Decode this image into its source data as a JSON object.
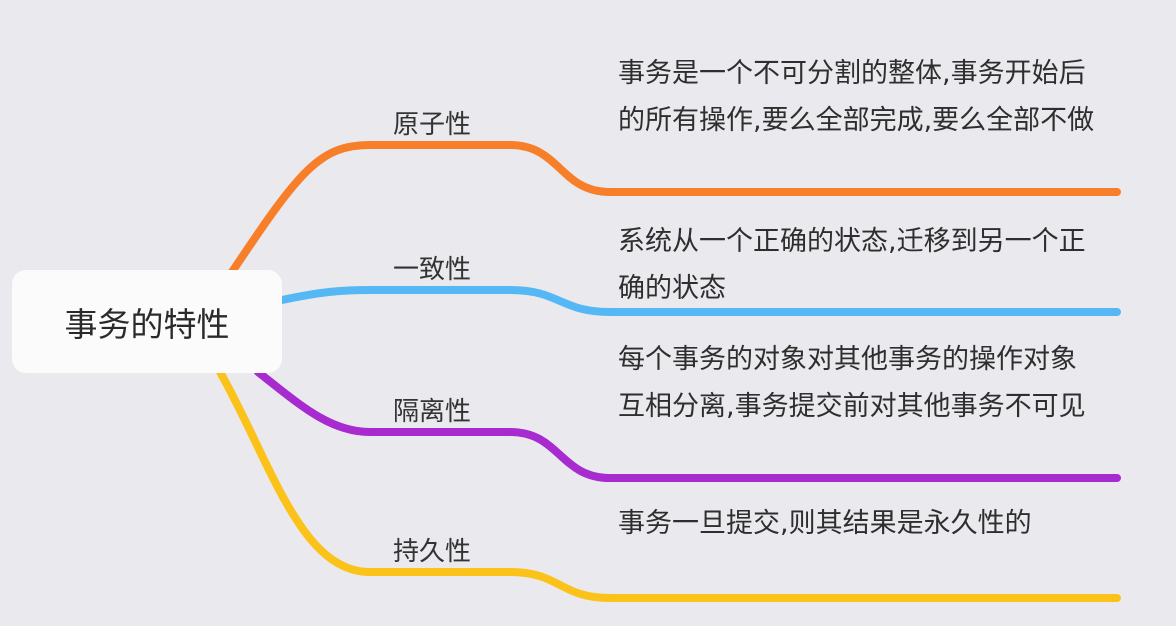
{
  "root": {
    "title": "事务的特性"
  },
  "branches": [
    {
      "label": "原子性",
      "color": "#f77f2a",
      "description": "事务是一个不可分割的整体,事务开始后的所有操作,要么全部完成,要么全部不做"
    },
    {
      "label": "一致性",
      "color": "#55b8f5",
      "description": "系统从一个正确的状态,迁移到另一个正确的状态"
    },
    {
      "label": "隔离性",
      "color": "#a72bcf",
      "description": "每个事务的对象对其他事务的操作对象互相分离,事务提交前对其他事务不可见"
    },
    {
      "label": "持久性",
      "color": "#fbc21a",
      "description": "事务一旦提交,则其结果是永久性的"
    }
  ]
}
